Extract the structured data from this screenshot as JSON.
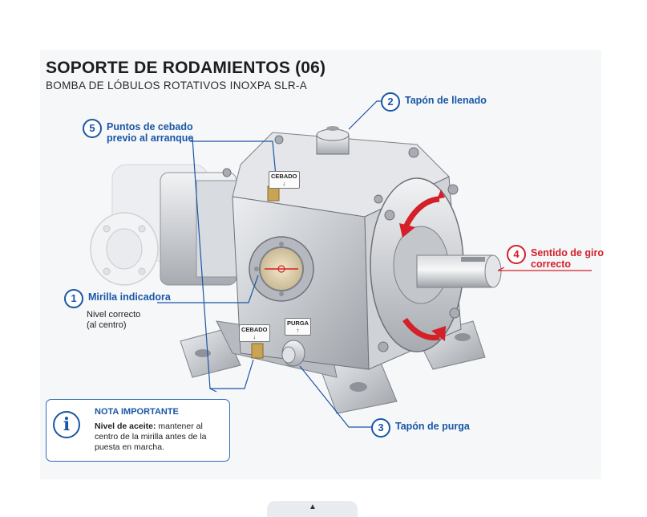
{
  "header": {
    "title": "SOPORTE DE RODAMIENTOS (06)",
    "subtitle": "BOMBA DE LÓBULOS ROTATIVOS INOXPA SLR-A"
  },
  "callouts": [
    {
      "number": "1",
      "label": "Mirilla indicadora",
      "description": "Nivel correcto\n(al centro)"
    },
    {
      "number": "2",
      "label": "Tapón de llenado"
    },
    {
      "number": "3",
      "label": "Tapón de purga"
    },
    {
      "number": "4",
      "label": "Sentido de giro\ncorrecto"
    },
    {
      "number": "5",
      "label": "Puntos de cebado\nprevio al arranque"
    }
  ],
  "tags": {
    "cebado": "CEBADO",
    "purga": "PURGA",
    "arrow": "↓",
    "arrow_up": "↑"
  },
  "note": {
    "icon": "i",
    "title": "NOTA IMPORTANTE",
    "body_bold": "Nivel de aceite:",
    "body_text": " mantener al centro de la mirilla antes de la puesta en marcha."
  },
  "colors": {
    "accent_blue": "#1a56a6",
    "accent_red": "#d32029",
    "steel": "#c9ccd1"
  },
  "bottom_tab": {
    "glyph": "▲"
  }
}
